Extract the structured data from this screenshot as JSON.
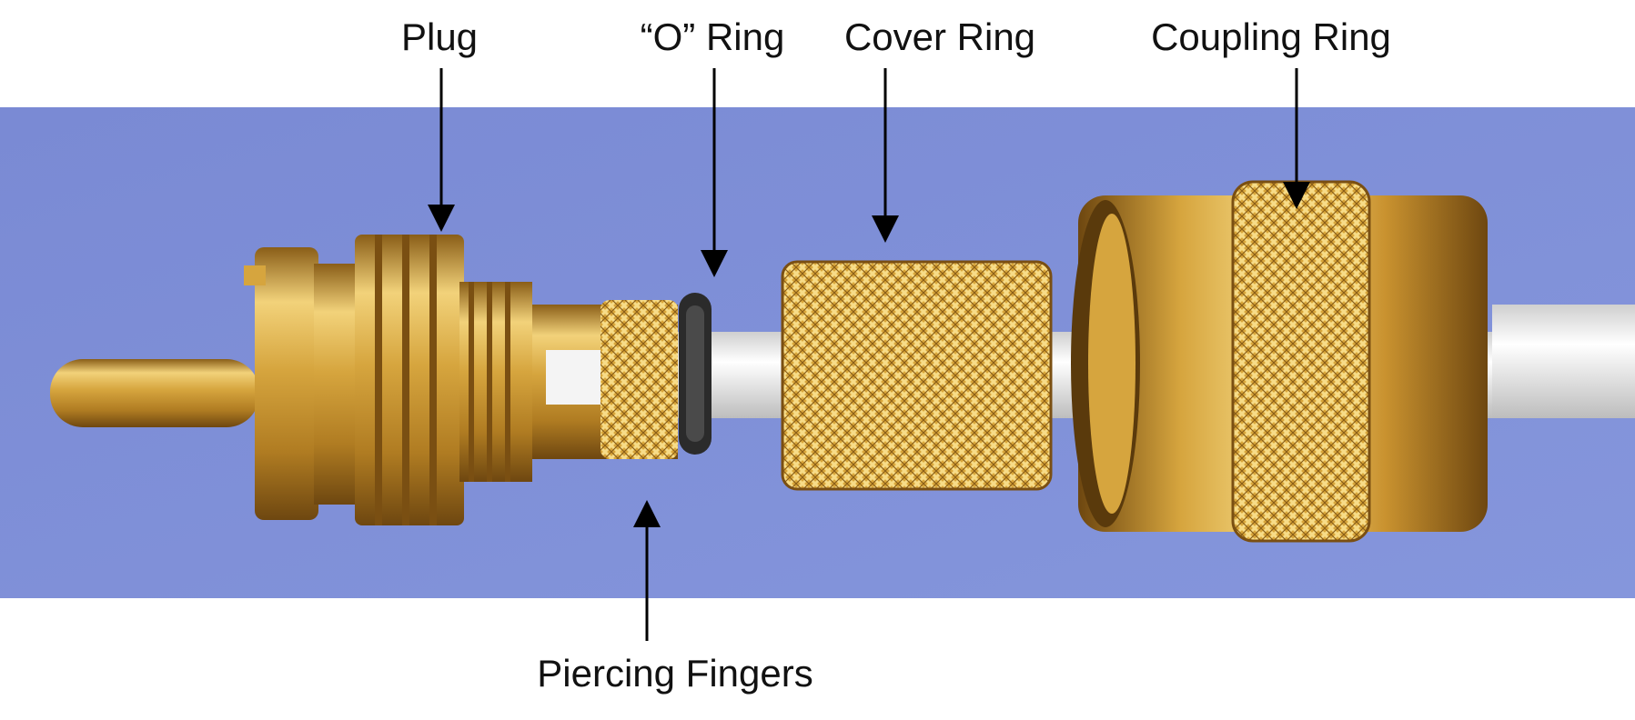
{
  "diagram": {
    "labels": {
      "plug": "Plug",
      "o_ring": "“O” Ring",
      "cover_ring": "Cover Ring",
      "coupling_ring": "Coupling Ring",
      "piercing_fingers": "Piercing Fingers"
    },
    "colors": {
      "background_photo": "#7d8fd6",
      "brass": "#d6a53e",
      "brass_light": "#f2d27a",
      "brass_dark": "#8a5e18",
      "cable": "#eeeeee",
      "o_ring": "#2b2b2b",
      "arrow": "#000000",
      "text": "#111111"
    }
  }
}
